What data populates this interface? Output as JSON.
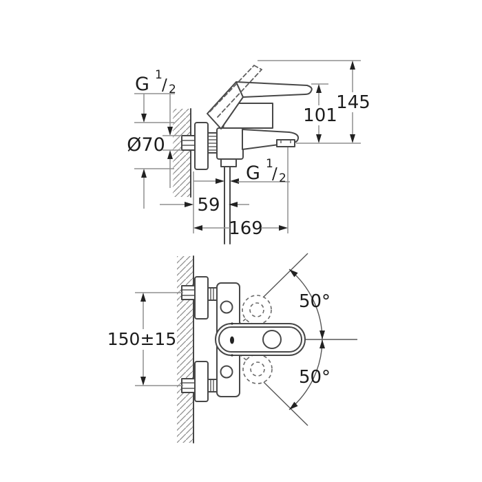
{
  "colors": {
    "background": "#ffffff",
    "drawing_line": "#474747",
    "dimension_line": "#8f8f8f",
    "text": "#1c1c1c",
    "arrowhead": "#222222"
  },
  "side_view": {
    "title": "bath-mixer-side-elevation",
    "labels": {
      "inlet_thread": {
        "base": "G",
        "sup": "1",
        "slash": "/",
        "sub": "2"
      },
      "escutcheon_diameter": "Ø70",
      "height_to_lever": "101",
      "height_to_lever_raised": "145",
      "outlet_thread": {
        "base": "G",
        "sup": "1",
        "slash": "/",
        "sub": "2"
      },
      "wall_to_outlet": "59",
      "wall_to_spout": "169"
    }
  },
  "plan_view": {
    "title": "bath-mixer-plan-view",
    "labels": {
      "pin_distance": "150±15",
      "swivel_up": "50°",
      "swivel_down": "50°"
    }
  }
}
